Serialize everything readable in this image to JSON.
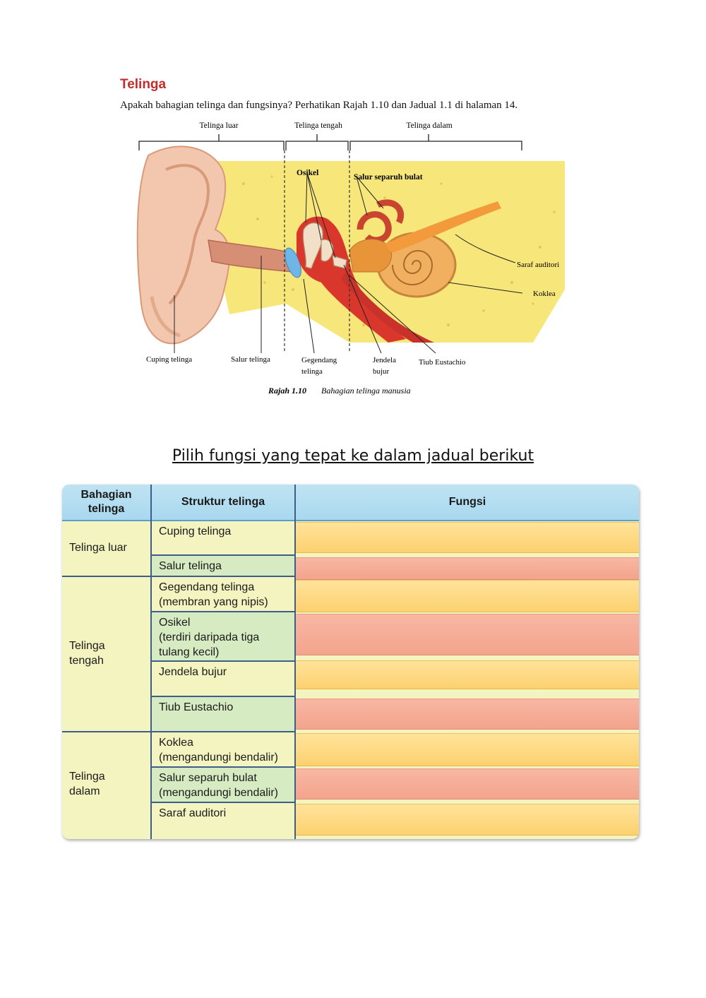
{
  "figure": {
    "title": "Telinga",
    "question": "Apakah bahagian telinga dan fungsinya? Perhatikan Rajah 1.10 dan Jadual 1.1 di halaman 14.",
    "region_labels": [
      "Telinga luar",
      "Telinga tengah",
      "Telinga dalam"
    ],
    "part_labels": {
      "osikel": "Osikel",
      "salur_separuh_bulat": "Salur separuh bulat",
      "saraf_auditori": "Saraf auditori",
      "koklea": "Koklea",
      "cuping_telinga": "Cuping telinga",
      "salur_telinga": "Salur telinga",
      "gegendang_telinga": [
        "Gegendang",
        "telinga"
      ],
      "jendela_bujur": [
        "Jendela",
        "bujur"
      ],
      "tiub_eustachio": "Tiub Eustachio"
    },
    "caption_number": "Rajah 1.10",
    "caption_text": "Bahagian telinga manusia"
  },
  "heading": "Pilih fungsi yang tepat ke dalam jadual berikut",
  "table": {
    "headers": {
      "part": [
        "Bahagian",
        "telinga"
      ],
      "structure": "Struktur telinga",
      "function": "Fungsi"
    },
    "groups": [
      {
        "part": [
          "Telinga luar"
        ]
      },
      {
        "part": [
          "Telinga",
          "tengah"
        ]
      },
      {
        "part": [
          "Telinga",
          "dalam"
        ]
      }
    ],
    "rows": [
      {
        "structure": [
          "Cuping telinga"
        ]
      },
      {
        "structure": [
          "Salur telinga"
        ]
      },
      {
        "structure": [
          "Gegendang telinga",
          "(membran yang nipis)"
        ]
      },
      {
        "structure": [
          "Osikel",
          "(terdiri daripada tiga",
          "tulang kecil)"
        ]
      },
      {
        "structure": [
          "Jendela bujur"
        ]
      },
      {
        "structure": [
          "Tiub Eustachio"
        ]
      },
      {
        "structure": [
          "Koklea",
          "(mengandungi bendalir)"
        ]
      },
      {
        "structure": [
          "Salur separuh bulat",
          "(mengandungi bendalir)"
        ]
      },
      {
        "structure": [
          "Saraf auditori"
        ]
      }
    ]
  },
  "colors": {
    "title_red": "#c62b2b",
    "header_blue": "#aad9ef",
    "row_cream": "#f3f4c0",
    "row_green": "#d6ebc2",
    "drop_yellow": "#fcd67e",
    "drop_salmon": "#f4a88f"
  }
}
